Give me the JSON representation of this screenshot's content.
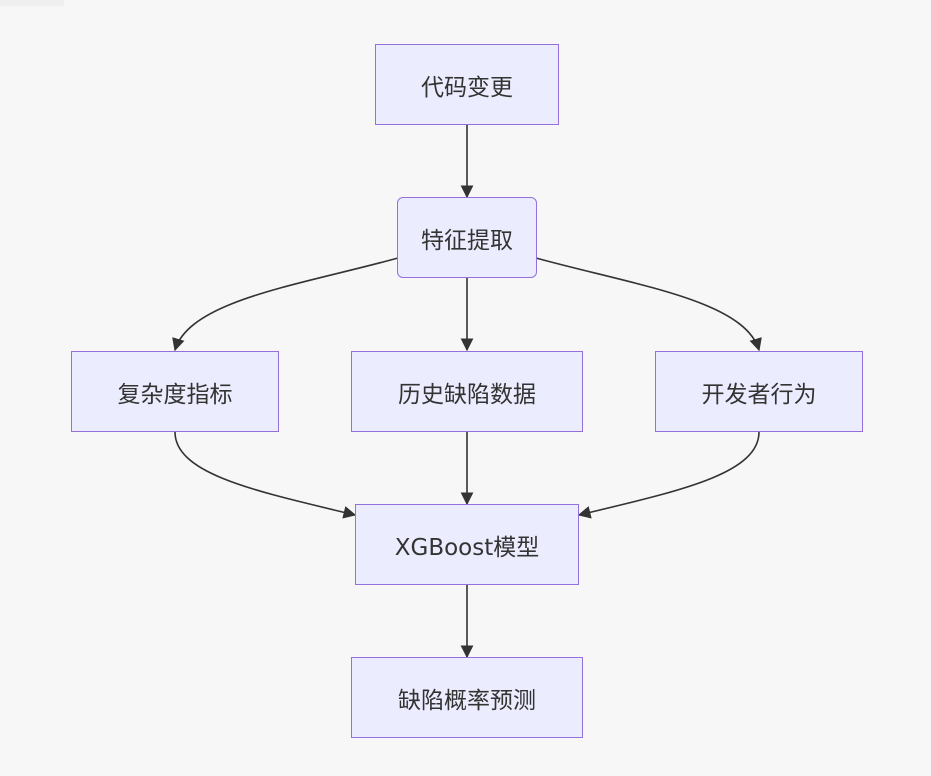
{
  "diagram": {
    "type": "flowchart",
    "direction": "top-down",
    "nodes": {
      "code_change": {
        "label": "代码变更"
      },
      "feature_extraction": {
        "label": "特征提取"
      },
      "complexity_metrics": {
        "label": "复杂度指标"
      },
      "historical_defects": {
        "label": "历史缺陷数据"
      },
      "developer_behavior": {
        "label": "开发者行为"
      },
      "xgboost_model": {
        "label": "XGBoost模型"
      },
      "defect_probability": {
        "label": "缺陷概率预测"
      }
    },
    "edges": [
      {
        "from": "代码变更",
        "to": "特征提取"
      },
      {
        "from": "特征提取",
        "to": "复杂度指标"
      },
      {
        "from": "特征提取",
        "to": "历史缺陷数据"
      },
      {
        "from": "特征提取",
        "to": "开发者行为"
      },
      {
        "from": "复杂度指标",
        "to": "XGBoost模型"
      },
      {
        "from": "历史缺陷数据",
        "to": "XGBoost模型"
      },
      {
        "from": "开发者行为",
        "to": "XGBoost模型"
      },
      {
        "from": "XGBoost模型",
        "to": "缺陷概率预测"
      }
    ],
    "colors": {
      "node_fill": "#ececff",
      "node_border": "#9370db",
      "edge": "#333333",
      "background": "#f7f7f7"
    }
  }
}
